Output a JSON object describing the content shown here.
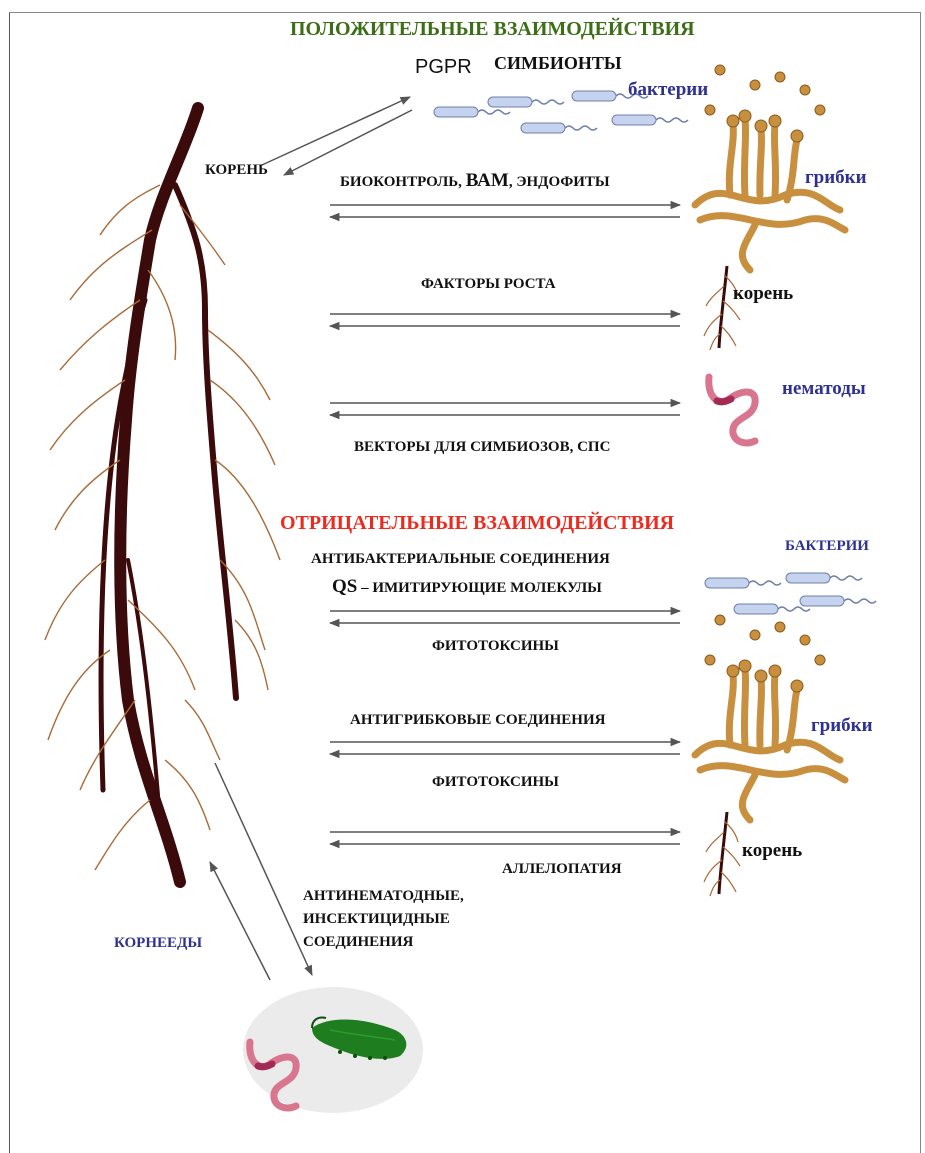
{
  "colors": {
    "positive_heading": "#3c6e17",
    "negative_heading": "#ee2a1f",
    "organism_labels": "#2e3192",
    "main_root": "#3b0a0a",
    "lateral_roots": "#a86a38",
    "fungi": "#c8903e",
    "bacteria": "#c5d3ee",
    "nematode": "#d9768f",
    "caterpillar": "#1e7d1e",
    "arrows": "#555555"
  },
  "headings": {
    "positive": "ПОЛОЖИТЕЛЬНЫЕ ВЗАИМОДЕЙСТВИЯ",
    "negative": "ОТРИЦАТЕЛЬНЫЕ ВЗАИМОДЕЙСТВИЯ"
  },
  "top": {
    "pgpr": "PGPR",
    "symbionts": "СИМБИОНТЫ",
    "root": "КОРЕНЬ"
  },
  "positive_rows": [
    {
      "labels": [
        "БИОКОНТРОЛЬ, ",
        "ВАМ",
        ", ЭНДОФИТЫ"
      ],
      "partner": "грибки",
      "icon": "fungus-icon"
    },
    {
      "labels": [
        "ФАКТОРЫ РОСТА"
      ],
      "partner": "корень",
      "icon": "root-icon"
    },
    {
      "labels": [
        "ВЕКТОРЫ ДЛЯ СИМБИОЗОВ, СПС"
      ],
      "partner": "нематоды",
      "icon": "nematode-icon"
    }
  ],
  "bacteria_label": "бактерии",
  "negative_rows": [
    {
      "labels_above": [
        "АНТИБАКТЕРИАЛЬНЫЕ СОЕДИНЕНИЯ",
        "QS",
        " – ИМИТИРУЮЩИЕ МОЛЕКУЛЫ"
      ],
      "label_below": "ФИТОТОКСИНЫ",
      "partner": "БАКТЕРИИ",
      "icon": "bacteria-icon"
    },
    {
      "labels_above": [
        "АНТИГРИБКОВЫЕ СОЕДИНЕНИЯ"
      ],
      "label_below": "ФИТОТОКСИНЫ",
      "partner": "грибки",
      "icon": "fungus-icon"
    },
    {
      "labels_above": [],
      "label_below": "АЛЛЕЛОПАТИЯ",
      "partner": "корень",
      "icon": "root-icon"
    }
  ],
  "bottom": {
    "pests_label": "КОРНЕЕДЫ",
    "compounds": [
      "АНТИНЕМАТОДНЫЕ,",
      "ИНСЕКТИЦИДНЫЕ",
      "СОЕДИНЕНИЯ"
    ]
  }
}
